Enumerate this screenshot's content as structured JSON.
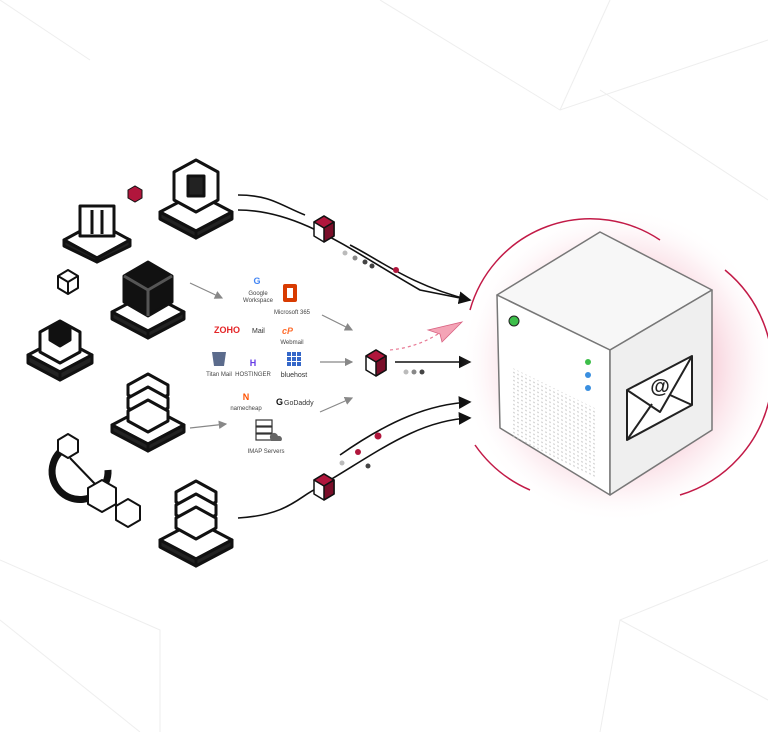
{
  "providers": [
    {
      "id": "google",
      "name": "Google Workspace",
      "line1": "Google",
      "line2": "Workspace",
      "color": "#4285F4"
    },
    {
      "id": "microsoft",
      "name": "Microsoft 365",
      "color": "#D83B01"
    },
    {
      "id": "zoho",
      "name": "Zoho Mail",
      "logo_text": "ZOHO",
      "suffix": "Mail",
      "color": "#E42527"
    },
    {
      "id": "cpanel",
      "name": "Webmail",
      "logo_text": "cP",
      "color": "#FF6C2C"
    },
    {
      "id": "titan",
      "name": "Titan Mail",
      "color": "#5B6B8C"
    },
    {
      "id": "hostinger",
      "name": "HOSTINGER",
      "logo_text": "H",
      "color": "#673DE6"
    },
    {
      "id": "bluehost",
      "name": "bluehost",
      "color": "#3467C9"
    },
    {
      "id": "namecheap",
      "name": "namecheap",
      "logo_text": "N",
      "color": "#FF5100"
    },
    {
      "id": "godaddy",
      "name": "GoDaddy",
      "logo_text": "G",
      "color": "#111111"
    },
    {
      "id": "imap",
      "name": "IMAP Servers",
      "color": "#333333"
    }
  ],
  "colors": {
    "accent": "#B0163C",
    "glow": "#F0A0B4",
    "led_green": "#3DBE4A",
    "led_blue": "#3A8FE0",
    "outline": "#1a1a1a"
  },
  "server": {
    "icon": "envelope-at-icon",
    "email_symbol": "@"
  }
}
